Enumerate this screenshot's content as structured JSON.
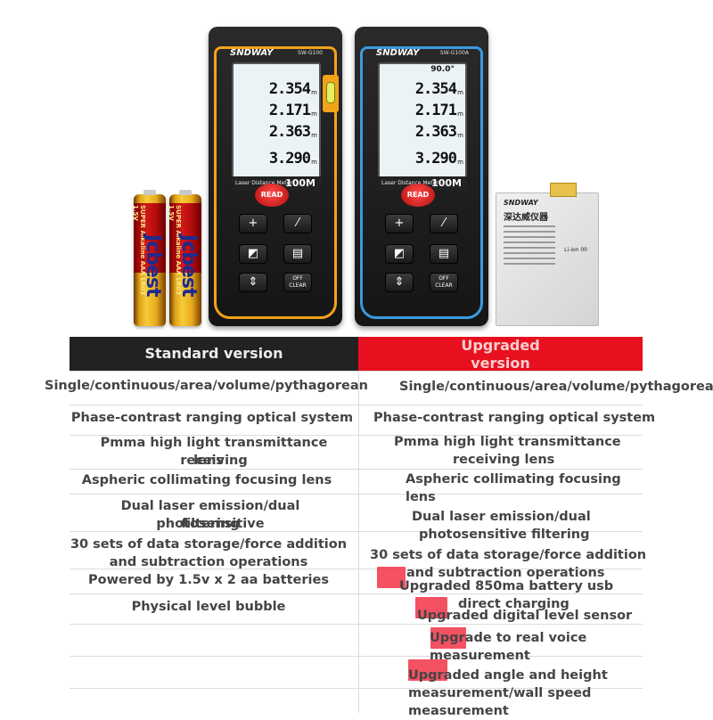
{
  "product_image": {
    "battery_brand": "Jcbest",
    "battery_sub": "SUPER Alkaline AAA LR03 1.5V",
    "device_std": {
      "logo": "SNDWAY",
      "model": "SW-G100",
      "readings": [
        "2.354",
        "2.171",
        "2.363",
        "3.290"
      ],
      "unit": "m",
      "label": "Laser Distance Meter",
      "range": "100M",
      "read_label": "READ",
      "btn_plus": "+",
      "btn_off": "OFF CLEAR"
    },
    "device_up": {
      "logo": "SNDWAY",
      "model": "SW-G100A",
      "angle": "90.0°",
      "readings": [
        "2.354",
        "2.171",
        "2.363",
        "3.290"
      ],
      "unit": "m",
      "label": "Laser Distance Meter",
      "range": "100M",
      "read_label": "READ",
      "btn_plus": "+",
      "btn_off": "OFF CLEAR"
    },
    "pack": {
      "logo": "SNDWAY",
      "name": "深达威仪器",
      "type": "Li-ion 00"
    }
  },
  "table": {
    "header_std": "Standard version",
    "header_up_1": "Upgraded",
    "header_up_2": "version",
    "left_rows": [
      "Single/continuous/area/volume/pythagorean",
      "Phase-contrast ranging optical system",
      "Pmma high light transmittance receiving",
      "lens",
      "Aspheric collimating focusing lens",
      "Dual laser emission/dual photosensitive",
      "filtering",
      "30 sets of data storage/force addition",
      "and subtraction operations",
      "Powered by 1.5v x 2 aa batteries",
      "Physical level bubble"
    ],
    "right_rows": [
      "Single/continuous/area/volume/pythagorean",
      "Phase-contrast ranging optical system",
      "Pmma high light transmittance",
      "receiving lens",
      "Aspheric collimating focusing",
      "lens",
      "Dual laser emission/dual",
      "photosensitive filtering",
      "30 sets of data storage/force addition",
      "and subtraction operations",
      "Upgraded 850ma battery usb",
      "direct charging",
      "Upgraded digital level sensor",
      "Upgrade to real voice",
      "measurement",
      "Upgraded angle and height",
      "measurement/wall speed",
      "measurement"
    ]
  }
}
